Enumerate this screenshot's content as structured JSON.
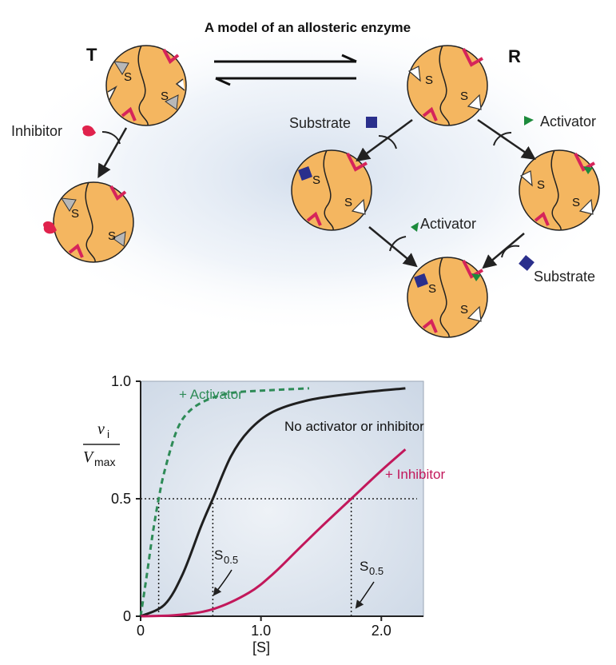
{
  "title": "A model of an allosteric enzyme",
  "states": {
    "tense": "T",
    "relaxed": "R"
  },
  "site_letter": "S",
  "molecules": {
    "inhibitor": "Inhibitor",
    "substrate_top": "Substrate",
    "activator_top": "Activator",
    "activator_mid": "Activator",
    "substrate_bottom": "Substrate"
  },
  "colors": {
    "enzyme_fill": "#f4b660",
    "inhibitor": "#e0224c",
    "substrate": "#2a2f8c",
    "activator": "#1c8a3c",
    "allosteric_site": "#d6245a",
    "activator_curve": "#2e8b57",
    "normal_curve": "#1f1f1f",
    "inhibitor_curve": "#c2185b",
    "plot_bg": "#dfe6ef"
  },
  "chart_data": {
    "type": "line",
    "xlabel": "[S]",
    "ylabel_numerator": "v",
    "ylabel_numerator_sub": "i",
    "ylabel_denominator": "V",
    "ylabel_denominator_sub": "max",
    "xlim": [
      0,
      2.35
    ],
    "ylim": [
      0,
      1.0
    ],
    "x_ticks": [
      "0",
      "1.0",
      "2.0"
    ],
    "y_ticks": [
      "0",
      "0.5",
      "1.0"
    ],
    "series": [
      {
        "name": "+ Activator",
        "style": "dashed",
        "x": [
          0,
          0.05,
          0.1,
          0.15,
          0.2,
          0.3,
          0.4,
          0.55,
          0.75,
          1.0,
          1.4
        ],
        "y": [
          0,
          0.17,
          0.35,
          0.5,
          0.62,
          0.79,
          0.87,
          0.92,
          0.95,
          0.96,
          0.97
        ]
      },
      {
        "name": "No activator or inhibitor",
        "style": "solid",
        "x": [
          0,
          0.2,
          0.35,
          0.5,
          0.6,
          0.75,
          0.9,
          1.1,
          1.4,
          1.8,
          2.2
        ],
        "y": [
          0,
          0.05,
          0.18,
          0.38,
          0.5,
          0.68,
          0.79,
          0.87,
          0.92,
          0.95,
          0.97
        ]
      },
      {
        "name": "+ Inhibitor",
        "style": "solid",
        "x": [
          0,
          0.3,
          0.6,
          0.9,
          1.1,
          1.3,
          1.5,
          1.75,
          2.0,
          2.2
        ],
        "y": [
          0,
          0.005,
          0.03,
          0.1,
          0.18,
          0.28,
          0.38,
          0.5,
          0.62,
          0.71
        ]
      }
    ],
    "half_sat_label": "S",
    "half_sat_sub": "0.5",
    "half_sat_points": [
      0.15,
      0.6,
      1.75
    ]
  }
}
